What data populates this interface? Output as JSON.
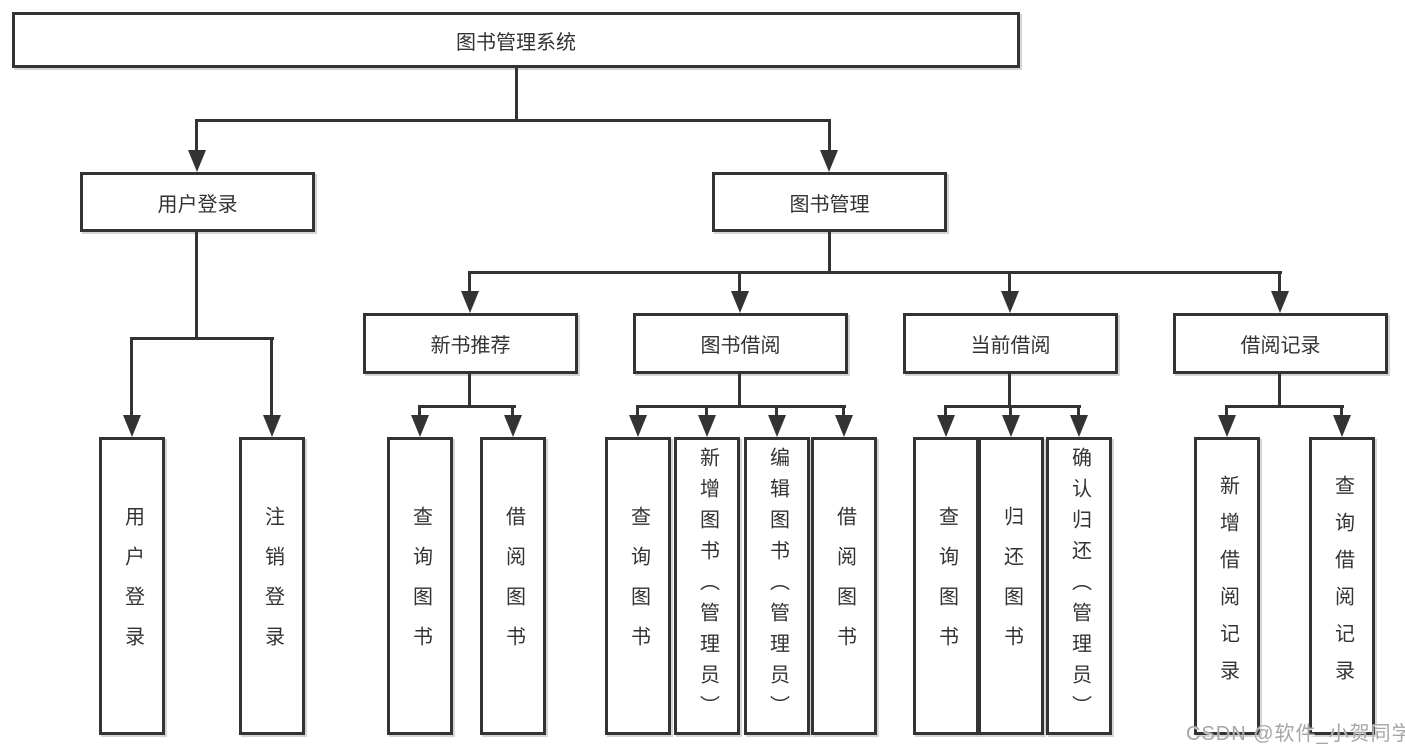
{
  "diagram": {
    "colors": {
      "line": "#333333",
      "text": "#333333",
      "watermark": "#a6a6a6",
      "background": "#ffffff"
    },
    "watermark": "CSDN @软件_小贺同学",
    "root": {
      "label": "图书管理系统"
    },
    "level2": {
      "user_login": {
        "label": "用户登录"
      },
      "book_management": {
        "label": "图书管理"
      }
    },
    "level3": {
      "new_book_recommend": {
        "label": "新书推荐"
      },
      "book_borrowing": {
        "label": "图书借阅"
      },
      "current_borrowing": {
        "label": "当前借阅"
      },
      "borrowing_records": {
        "label": "借阅记录"
      }
    },
    "leaves": {
      "user_login": {
        "label": "用户登录"
      },
      "logout": {
        "label": "注销登录"
      },
      "rec_query_book": {
        "label": "查询图书"
      },
      "rec_borrow_book": {
        "label": "借阅图书"
      },
      "bb_query_book": {
        "label": "查询图书"
      },
      "bb_add_book_admin": {
        "label": "新增图书（管理员）"
      },
      "bb_edit_book_admin": {
        "label": "编辑图书（管理员）"
      },
      "bb_borrow_book": {
        "label": "借阅图书"
      },
      "cb_query_book": {
        "label": "查询图书"
      },
      "cb_return_book": {
        "label": "归还图书"
      },
      "cb_confirm_return_admin": {
        "label": "确认归还（管理员）"
      },
      "br_add_record": {
        "label": "新增借阅记录"
      },
      "br_query_record": {
        "label": "查询借阅记录"
      }
    }
  }
}
